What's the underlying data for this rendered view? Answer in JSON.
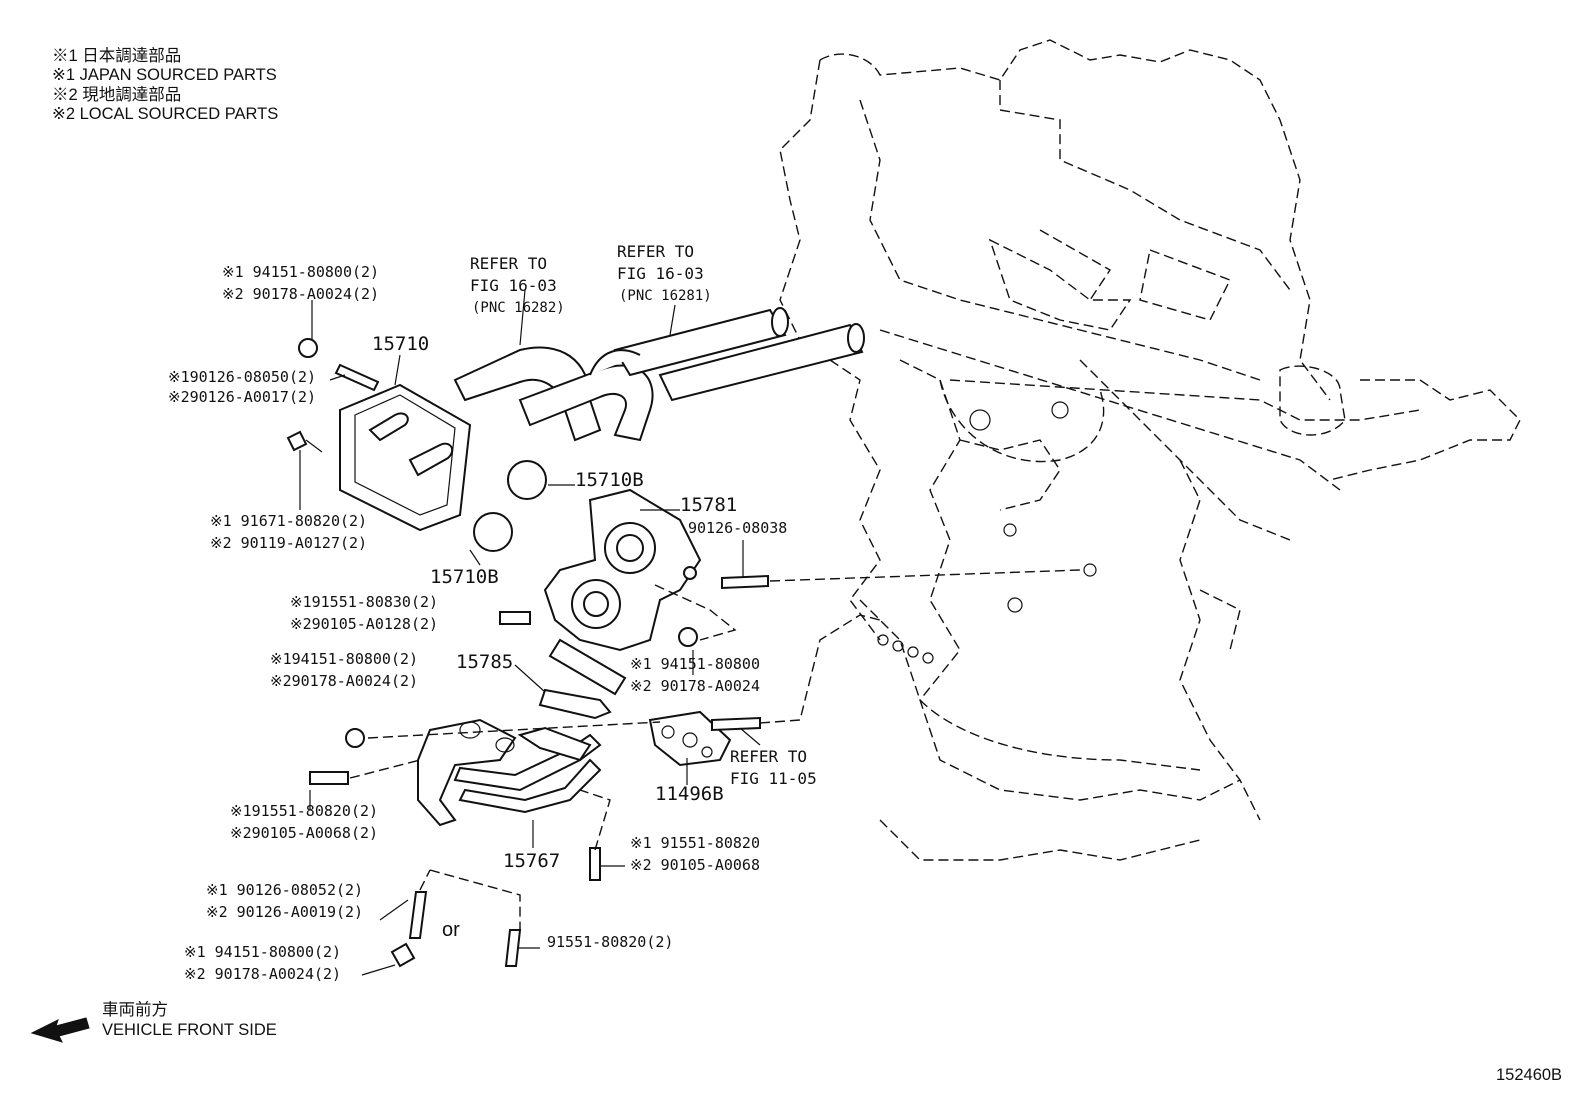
{
  "notes": {
    "n1": "※1  日本調達部品",
    "n2": "※1  JAPAN SOURCED PARTS",
    "n3": "※2  現地調達部品",
    "n4": "※2  LOCAL SOURCED PARTS"
  },
  "refs": {
    "r1": [
      "REFER TO",
      "FIG 16-03",
      "(PNC 16282)"
    ],
    "r2": [
      "REFER TO",
      "FIG 16-03",
      "(PNC 16281)"
    ],
    "r3": [
      "REFER TO",
      "FIG 11-05"
    ]
  },
  "parts": {
    "p15710": "15710",
    "p15710b_top": "15710B",
    "p15710b_bot": "15710B",
    "p15781": "15781",
    "p15785": "15785",
    "p11496b": "11496B",
    "p15767": "15767"
  },
  "callouts": {
    "c1": [
      "※1 94151-80800(2)",
      "※2 90178-A0024(2)"
    ],
    "c2": [
      "※190126-08050(2)",
      "※290126-A0017(2)"
    ],
    "c3": [
      "※1 91671-80820(2)",
      "※2 90119-A0127(2)"
    ],
    "c4": [
      "90126-08038"
    ],
    "c5": [
      "※191551-80830(2)",
      "※290105-A0128(2)"
    ],
    "c6": [
      "※194151-80800(2)",
      "※290178-A0024(2)"
    ],
    "c7": [
      "※1 94151-80800",
      "※2 90178-A0024"
    ],
    "c8": [
      "※191551-80820(2)",
      "※290105-A0068(2)"
    ],
    "c9": [
      "※1 91551-80820",
      "※2 90105-A0068"
    ],
    "c10": [
      "※1 90126-08052(2)",
      "※2 90126-A0019(2)"
    ],
    "c11": [
      "※1 94151-80800(2)",
      "※2 90178-A0024(2)"
    ],
    "c12": [
      "91551-80820(2)"
    ],
    "or": "or"
  },
  "front": {
    "jp": "車両前方",
    "en": "VEHICLE FRONT SIDE"
  },
  "figure_id": "152460B"
}
